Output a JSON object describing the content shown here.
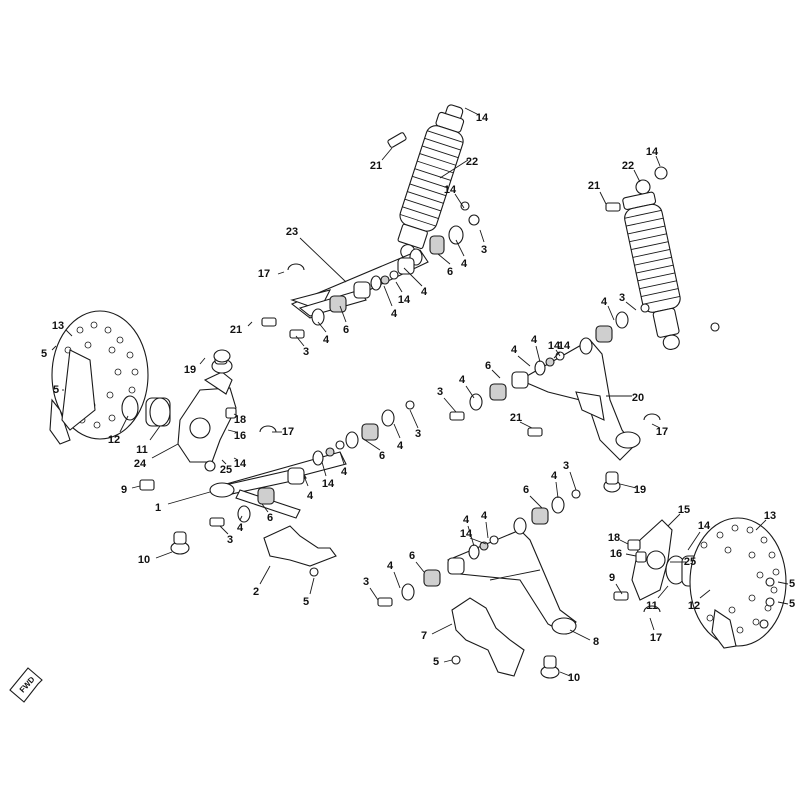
{
  "direction_badge": "FWD",
  "colors": {
    "ink": "#1a1a1a",
    "paper": "#ffffff",
    "shade": "#cfcfcf"
  },
  "callouts": [
    {
      "id": "c01",
      "label": "14"
    },
    {
      "id": "c02",
      "label": "21"
    },
    {
      "id": "c03",
      "label": "22"
    },
    {
      "id": "c04",
      "label": "14"
    },
    {
      "id": "c05",
      "label": "3"
    },
    {
      "id": "c06",
      "label": "23"
    },
    {
      "id": "c07",
      "label": "4"
    },
    {
      "id": "c08",
      "label": "6"
    },
    {
      "id": "c09",
      "label": "4"
    },
    {
      "id": "c10",
      "label": "17"
    },
    {
      "id": "c11",
      "label": "14"
    },
    {
      "id": "c12",
      "label": "4"
    },
    {
      "id": "c13",
      "label": "21"
    },
    {
      "id": "c14",
      "label": "6"
    },
    {
      "id": "c15",
      "label": "4"
    },
    {
      "id": "c16",
      "label": "3"
    },
    {
      "id": "c17",
      "label": "13"
    },
    {
      "id": "c18",
      "label": "5"
    },
    {
      "id": "c19",
      "label": "19"
    },
    {
      "id": "c20",
      "label": "5"
    },
    {
      "id": "c21",
      "label": "18"
    },
    {
      "id": "c22",
      "label": "16"
    },
    {
      "id": "c23",
      "label": "17"
    },
    {
      "id": "c24",
      "label": "12"
    },
    {
      "id": "c25",
      "label": "11"
    },
    {
      "id": "c26",
      "label": "24"
    },
    {
      "id": "c27",
      "label": "25"
    },
    {
      "id": "c28",
      "label": "14"
    },
    {
      "id": "c29",
      "label": "9"
    },
    {
      "id": "c30",
      "label": "1"
    },
    {
      "id": "c31",
      "label": "4"
    },
    {
      "id": "c32",
      "label": "14"
    },
    {
      "id": "c33",
      "label": "4"
    },
    {
      "id": "c34",
      "label": "6"
    },
    {
      "id": "c35",
      "label": "4"
    },
    {
      "id": "c36",
      "label": "3"
    },
    {
      "id": "c37",
      "label": "6"
    },
    {
      "id": "c38",
      "label": "4"
    },
    {
      "id": "c39",
      "label": "3"
    },
    {
      "id": "c40",
      "label": "10"
    },
    {
      "id": "c41",
      "label": "2"
    },
    {
      "id": "c42",
      "label": "5"
    },
    {
      "id": "c43",
      "label": "22"
    },
    {
      "id": "c44",
      "label": "14"
    },
    {
      "id": "c45",
      "label": "21"
    },
    {
      "id": "c46",
      "label": "4"
    },
    {
      "id": "c47",
      "label": "3"
    },
    {
      "id": "c48",
      "label": "14"
    },
    {
      "id": "c49",
      "label": "4"
    },
    {
      "id": "c50",
      "label": "14"
    },
    {
      "id": "c51",
      "label": "4"
    },
    {
      "id": "c52",
      "label": "6"
    },
    {
      "id": "c53",
      "label": "3"
    },
    {
      "id": "c54",
      "label": "4"
    },
    {
      "id": "c55",
      "label": "20"
    },
    {
      "id": "c56",
      "label": "21"
    },
    {
      "id": "c57",
      "label": "17"
    },
    {
      "id": "c58",
      "label": "3"
    },
    {
      "id": "c59",
      "label": "4"
    },
    {
      "id": "c60",
      "label": "6"
    },
    {
      "id": "c61",
      "label": "19"
    },
    {
      "id": "c62",
      "label": "4"
    },
    {
      "id": "c63",
      "label": "4"
    },
    {
      "id": "c64",
      "label": "14"
    },
    {
      "id": "c65",
      "label": "6"
    },
    {
      "id": "c66",
      "label": "4"
    },
    {
      "id": "c67",
      "label": "3"
    },
    {
      "id": "c68",
      "label": "15"
    },
    {
      "id": "c69",
      "label": "14"
    },
    {
      "id": "c70",
      "label": "13"
    },
    {
      "id": "c71",
      "label": "18"
    },
    {
      "id": "c72",
      "label": "16"
    },
    {
      "id": "c73",
      "label": "25"
    },
    {
      "id": "c74",
      "label": "9"
    },
    {
      "id": "c75",
      "label": "5"
    },
    {
      "id": "c76",
      "label": "5"
    },
    {
      "id": "c77",
      "label": "11"
    },
    {
      "id": "c78",
      "label": "12"
    },
    {
      "id": "c79",
      "label": "17"
    },
    {
      "id": "c80",
      "label": "7"
    },
    {
      "id": "c81",
      "label": "8"
    },
    {
      "id": "c82",
      "label": "5"
    },
    {
      "id": "c83",
      "label": "10"
    }
  ]
}
